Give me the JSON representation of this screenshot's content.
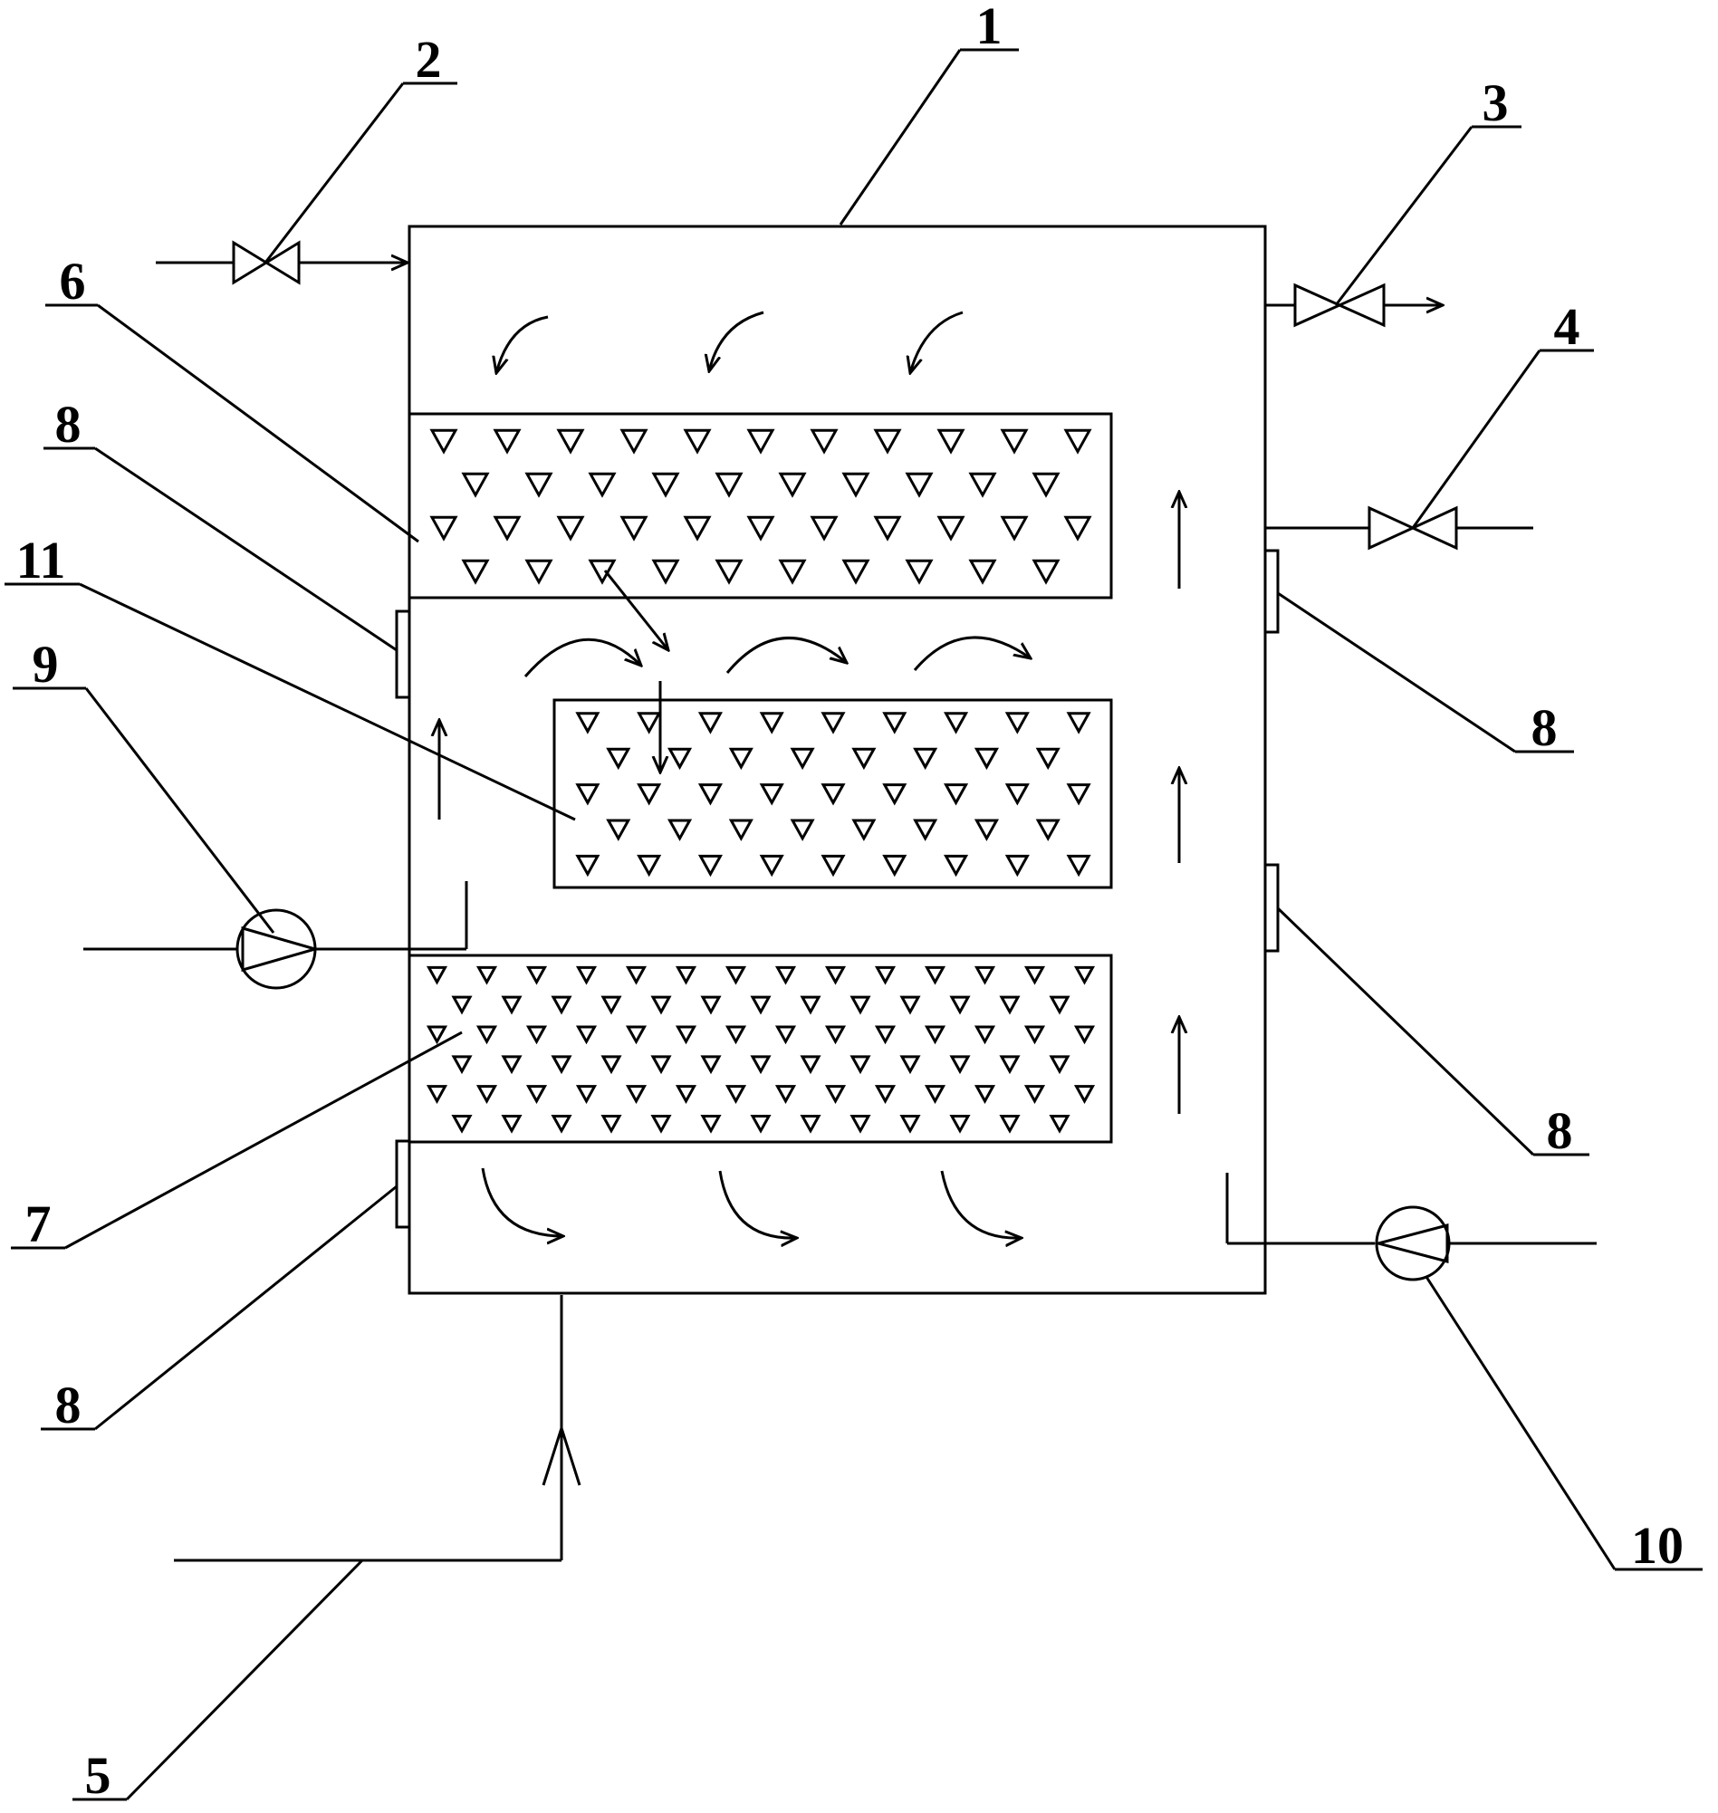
{
  "diagram": {
    "labels": {
      "vessel": "1",
      "valve_inlet_top": "2",
      "valve_outlet_top": "3",
      "valve_side": "4",
      "feed_pipe": "5",
      "packing_upper": "6",
      "packing_lower": "7",
      "port_left_upper": "8",
      "port_right_upper": "8",
      "port_right_lower": "8",
      "port_left_lower": "8",
      "pump_left": "9",
      "pump_right": "10",
      "packing_middle": "11"
    },
    "colors": {
      "line": "#000000",
      "background": "#ffffff"
    }
  }
}
